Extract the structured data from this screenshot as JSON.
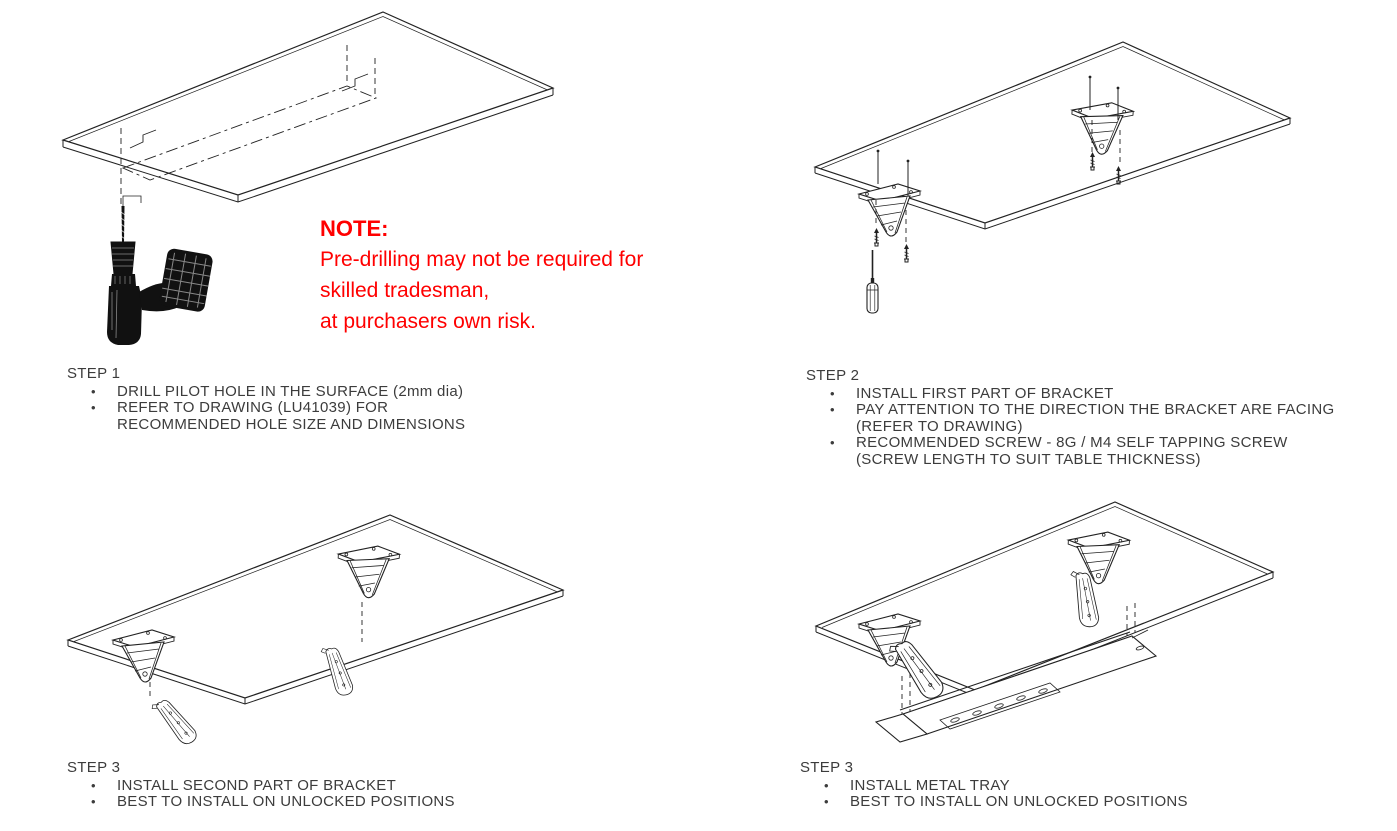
{
  "ui": {
    "bullet_char": "•"
  },
  "colors": {
    "note_red": "#ff0000",
    "line_art": "#222222",
    "text": "#3c3c3c",
    "background": "#ffffff"
  },
  "note": {
    "title": "NOTE:",
    "body": "Pre-drilling may not be required for\nskilled tradesman,\nat purchasers own risk."
  },
  "panels": [
    {
      "step_label": "STEP 1",
      "bullets": [
        "DRILL PILOT HOLE IN THE SURFACE (2mm dia)",
        "REFER TO DRAWING (LU41039) FOR\nRECOMMENDED HOLE SIZE AND DIMENSIONS"
      ]
    },
    {
      "step_label": "STEP 2",
      "bullets": [
        "INSTALL FIRST PART OF BRACKET",
        "PAY ATTENTION TO THE DIRECTION THE BRACKET ARE FACING\n(REFER TO DRAWING)",
        "RECOMMENDED SCREW - 8G / M4 SELF TAPPING SCREW\n(SCREW LENGTH TO SUIT TABLE THICKNESS)"
      ]
    },
    {
      "step_label": "STEP 3",
      "bullets": [
        "INSTALL SECOND PART OF BRACKET",
        "BEST TO INSTALL ON UNLOCKED POSITIONS"
      ]
    },
    {
      "step_label": "STEP 3",
      "bullets": [
        "INSTALL METAL TRAY",
        "BEST TO INSTALL ON UNLOCKED POSITIONS"
      ]
    }
  ]
}
